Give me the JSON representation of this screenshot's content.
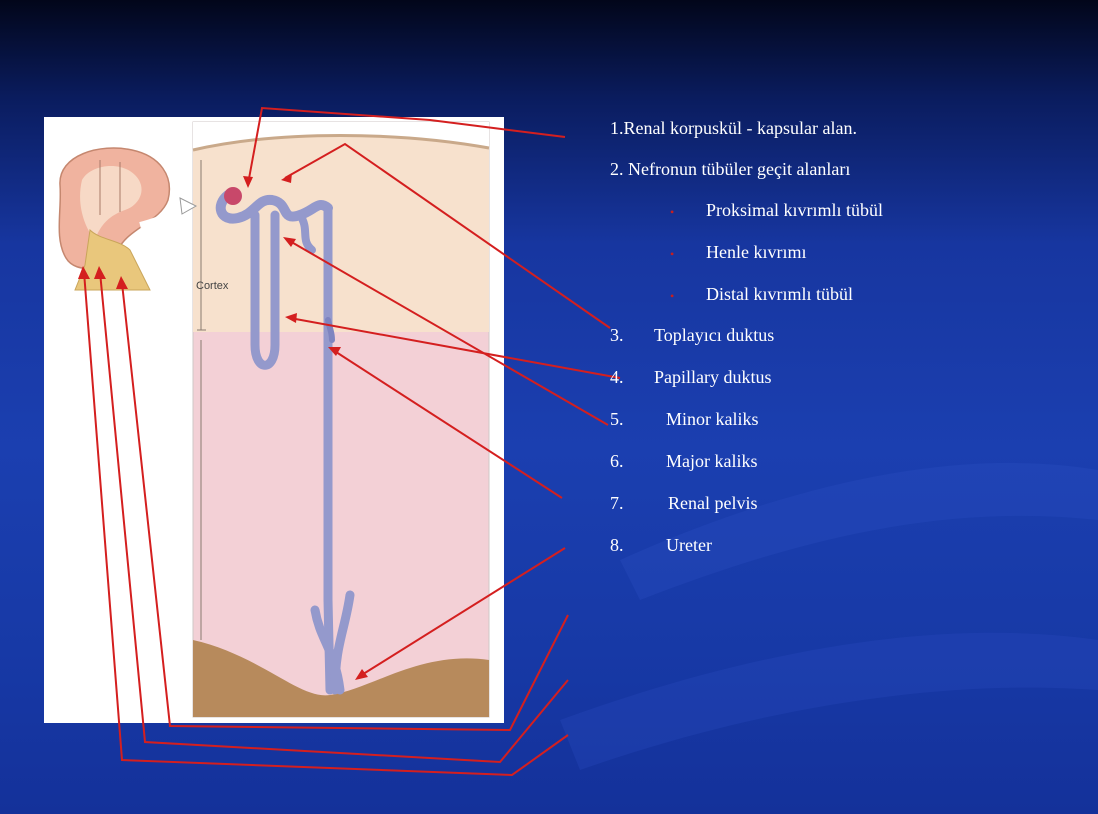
{
  "figure": {
    "cortex_label": "Cortex",
    "kidney_icon": "kidney-cross-section-icon",
    "nephron_icon": "nephron-tubule-icon"
  },
  "labels": [
    {
      "text": "1.Renal korpuskül - kapsular alan."
    },
    {
      "text": "2. Nefronun tübüler geçit alanları"
    },
    {
      "bullet": "•",
      "text": "Proksimal kıvrımlı tübül"
    },
    {
      "bullet": "•",
      "text": "Henle kıvrımı"
    },
    {
      "bullet": "•",
      "text": "Distal kıvrımlı tübül"
    },
    {
      "num": "3.",
      "text": "Toplayıcı duktus"
    },
    {
      "num": "4.",
      "text": "Papillary duktus"
    },
    {
      "num": "5.",
      "text": "Minor kaliks"
    },
    {
      "num": "6.",
      "text": "Major kaliks"
    },
    {
      "num": "7.",
      "text": "Renal pelvis"
    },
    {
      "num": "8.",
      "text": "Ureter"
    }
  ],
  "colors": {
    "arrow": "#d41f1f",
    "background": "#1b3fb0",
    "cortex": "#f6e0cc",
    "medulla": "#f3cfd6",
    "tubule": "#8d93c9",
    "kidney_tan": "#e9c77c"
  }
}
